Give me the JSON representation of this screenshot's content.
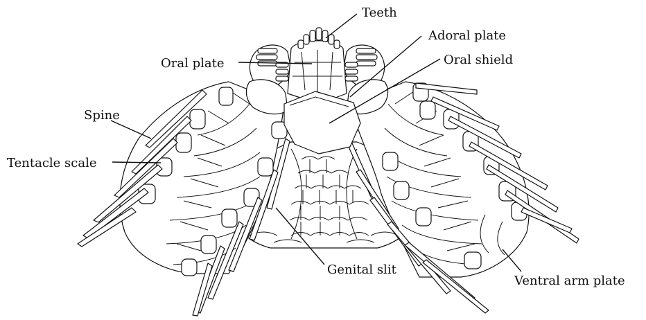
{
  "figure": {
    "labels": {
      "teeth": "Teeth",
      "adoral_plate": "Adoral plate",
      "oral_plate": "Oral plate",
      "oral_shield": "Oral shield",
      "spine": "Spine",
      "tentacle_scale": "Tentacle scale",
      "genital_slit": "Genital slit",
      "ventral_arm_plate": "Ventral arm plate"
    }
  }
}
